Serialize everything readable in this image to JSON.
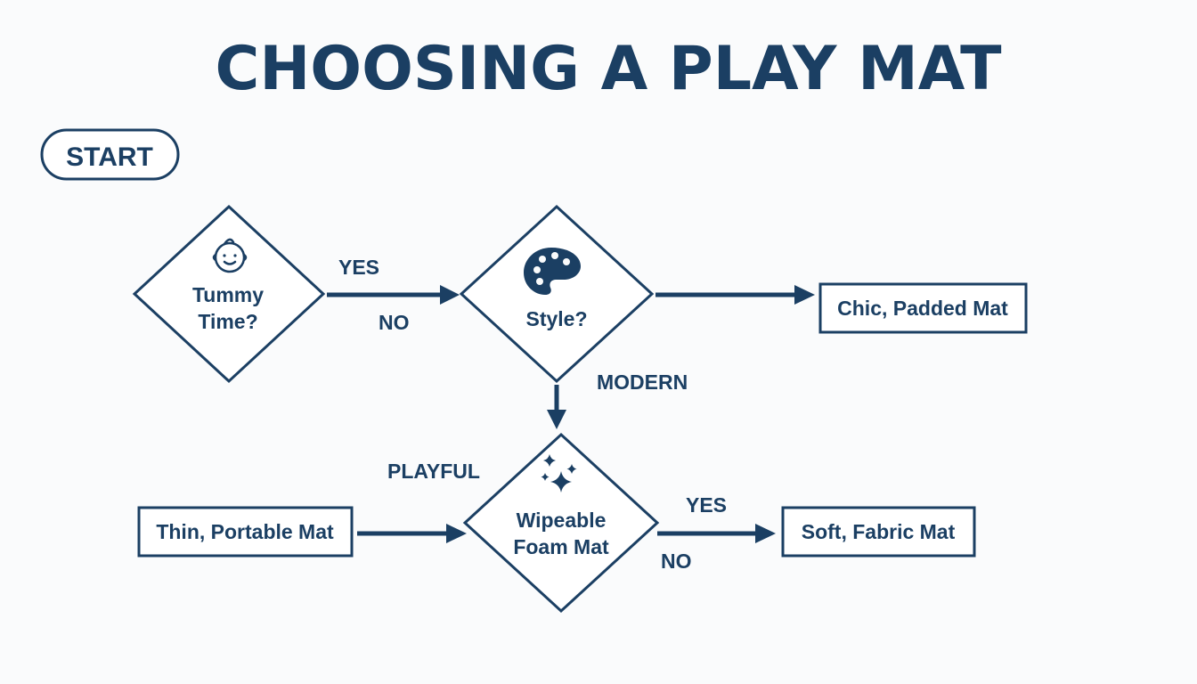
{
  "diagram": {
    "title": "CHOOSING A PLAY MAT",
    "start_label": "START",
    "nodes": {
      "tummy_time": {
        "line1": "Tummy",
        "line2": "Time?",
        "icon": "baby-face-icon"
      },
      "style": {
        "label": "Style?",
        "icon": "paint-palette-icon"
      },
      "wipeable": {
        "line1": "Wipeable",
        "line2": "Foam Mat",
        "icon": "sparkle-icon"
      },
      "chic": {
        "label": "Chic, Padded Mat"
      },
      "thin": {
        "label": "Thin, Portable Mat"
      },
      "soft": {
        "label": "Soft, Fabric Mat"
      }
    },
    "edge_labels": {
      "tummy_yes": "YES",
      "tummy_no": "NO",
      "style_modern": "MODERN",
      "style_playful": "PLAYFUL",
      "wipe_yes": "YES",
      "wipe_no": "NO"
    },
    "colors": {
      "ink": "#1b3f63",
      "background": "#fafbfc",
      "node_fill": "#ffffff"
    }
  }
}
